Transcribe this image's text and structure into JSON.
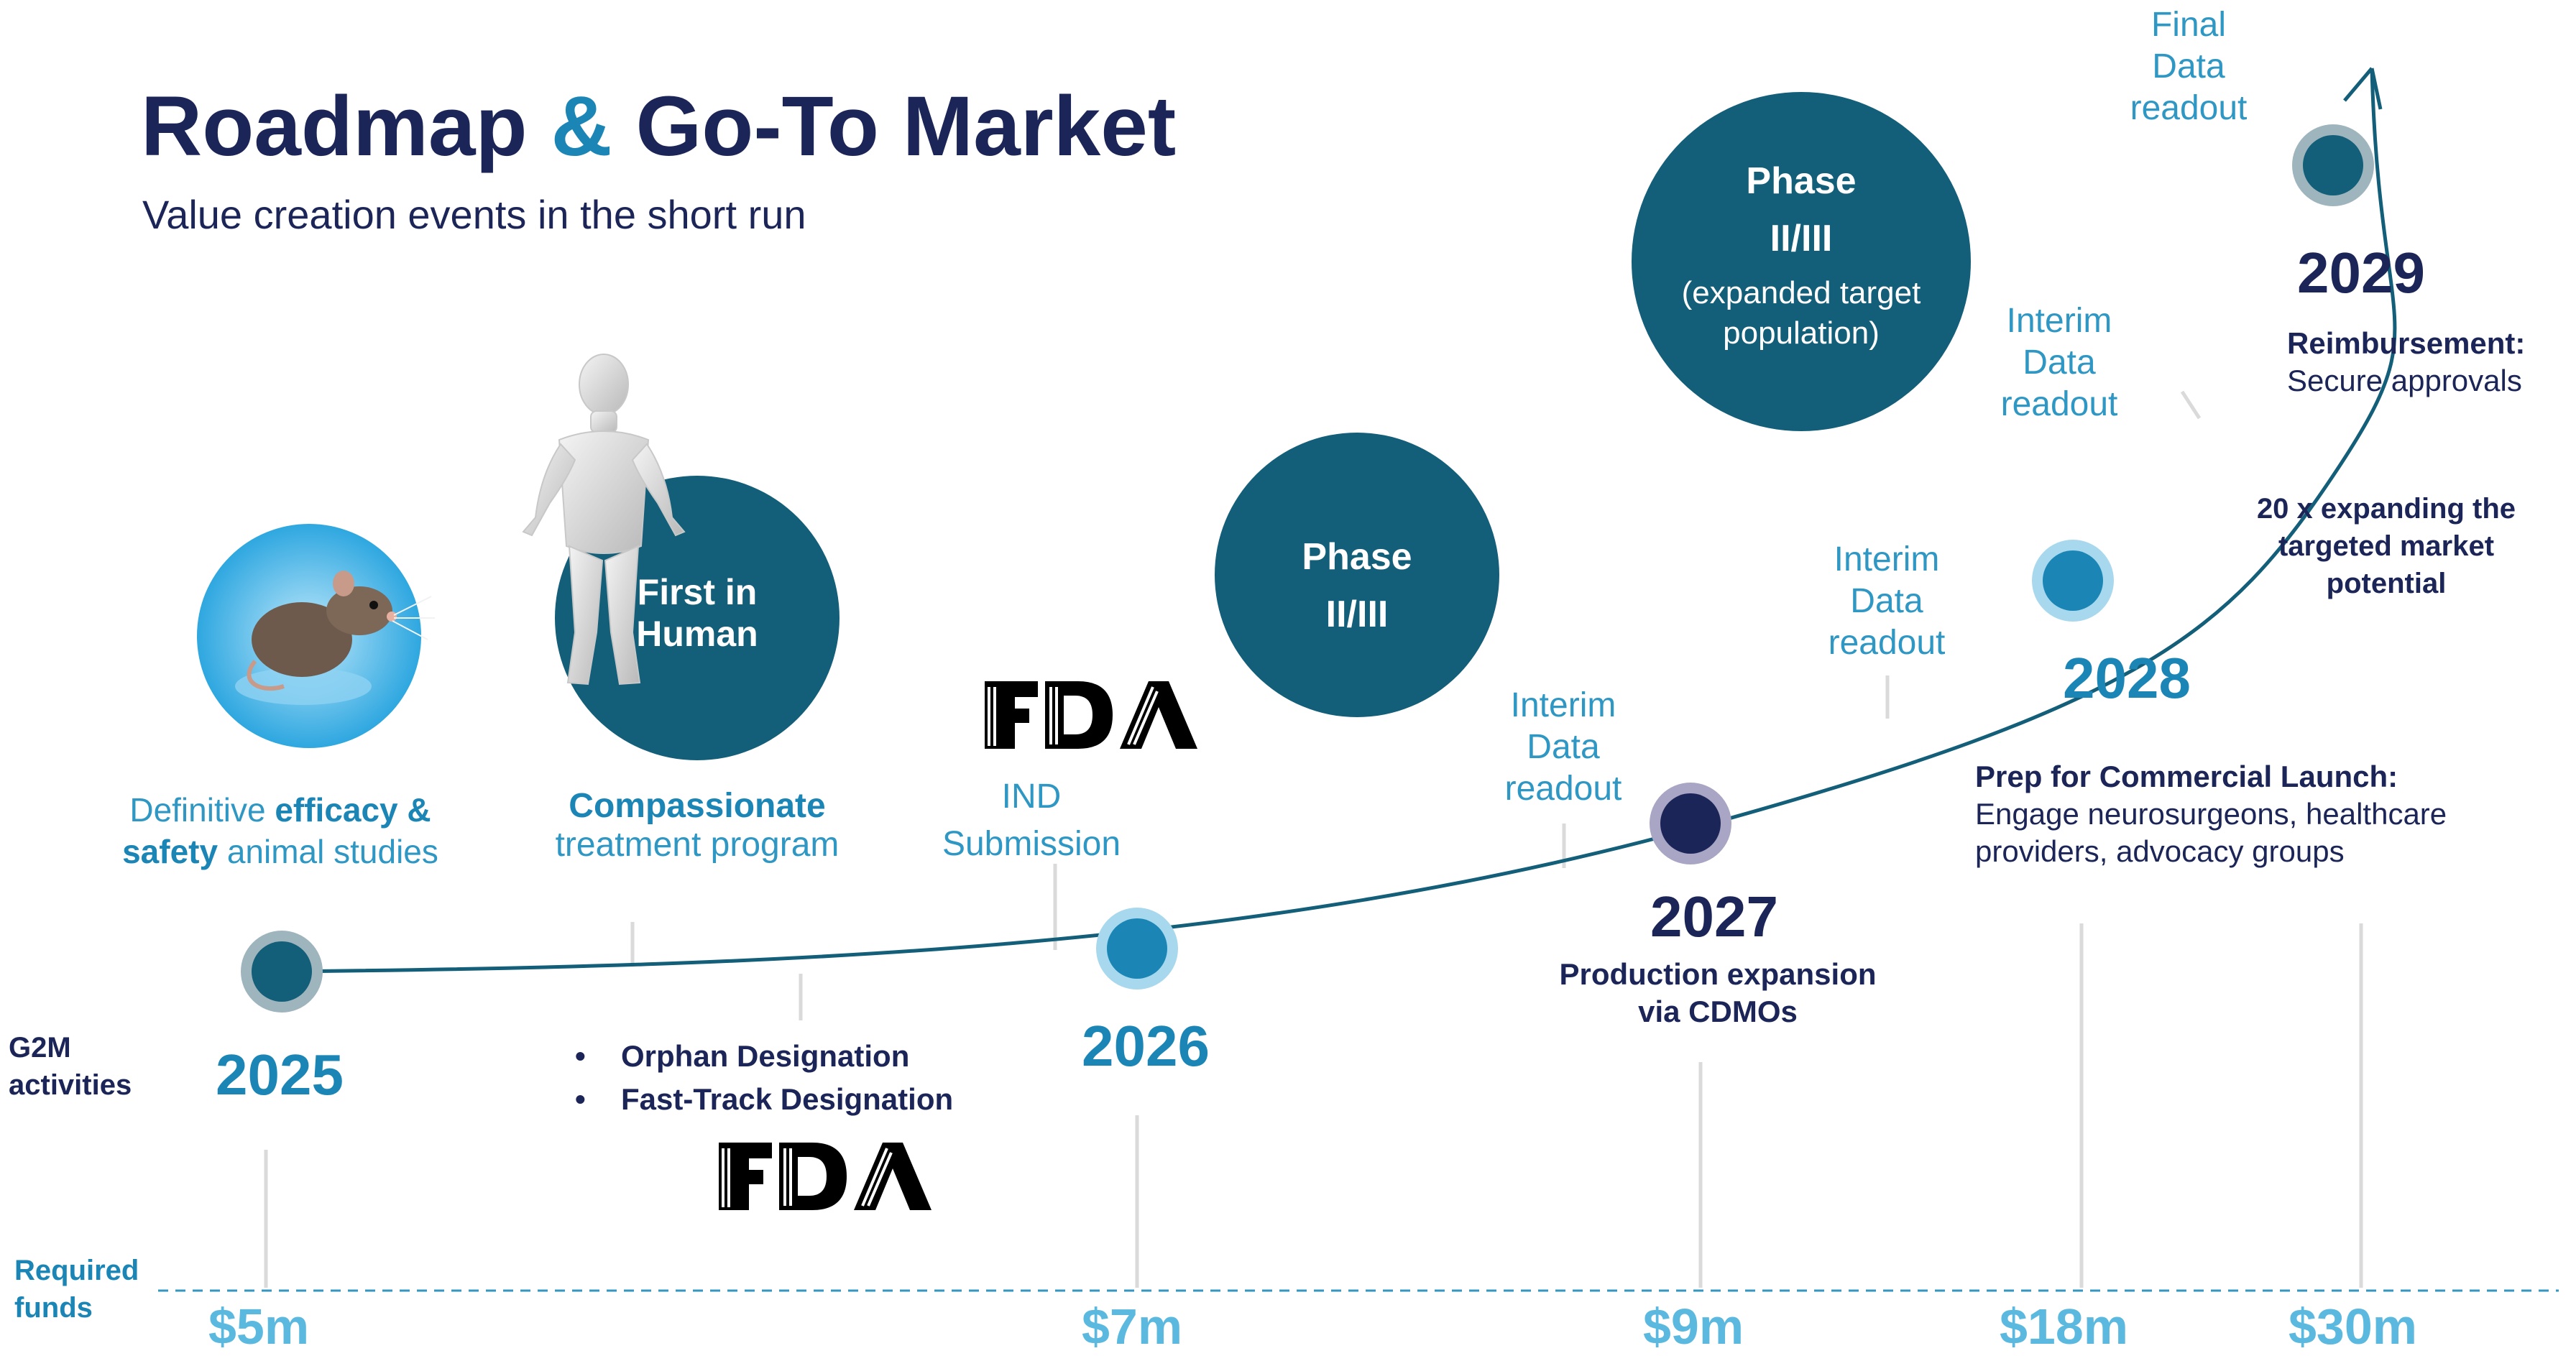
{
  "header": {
    "title_part1": "Roadmap",
    "title_amp": "&",
    "title_part2": "Go-To Market",
    "subtitle": "Value creation events in the short run"
  },
  "colors": {
    "navy": "#1c2557",
    "teal_circle": "#135e78",
    "accent": "#1b86b6",
    "light_ring": "#a8d8ee"
  },
  "bubbles": {
    "first_in_human": "First in\nHuman",
    "phase_mid_line1": "Phase",
    "phase_mid_line2": "II/III",
    "phase_top_line1": "Phase",
    "phase_top_line2": "II/III",
    "phase_top_line3": "(expanded target",
    "phase_top_line4": "population)"
  },
  "milestones": {
    "animal": {
      "part1": "Definitive ",
      "bold1": "efficacy &",
      "bold2": "safety",
      "part2": " animal studies"
    },
    "compassionate": {
      "bold": "Compassionate",
      "regular": "treatment program"
    },
    "ind": {
      "logo": "FDA",
      "text": "IND\nSubmission"
    },
    "interim_2026": "Interim\nData\nreadout",
    "interim_2027": "Interim\nData\nreadout",
    "interim_2028": "Interim\nData\nreadout",
    "final": "Final\nData\nreadout",
    "designations": [
      "Orphan Designation",
      "Fast-Track Designation"
    ],
    "designations_logo": "FDA"
  },
  "years": [
    {
      "year": "2025"
    },
    {
      "year": "2026"
    },
    {
      "year": "2027",
      "title": "Production expansion\nvia CDMOs"
    },
    {
      "year": "2028",
      "title": "Prep for Commercial Launch:",
      "body": "Engage neurosurgeons, healthcare\n providers, advocacy groups"
    },
    {
      "year": "2029",
      "title": "Reimbursement:",
      "body": "Secure approvals",
      "extra": "20 x expanding the\ntargeted market\npotential"
    }
  ],
  "left_labels": {
    "g2m": "G2M\nactivities",
    "funds": "Required\nfunds"
  },
  "funds": [
    "$5m",
    "$7m",
    "$9m",
    "$18m",
    "$30m"
  ]
}
